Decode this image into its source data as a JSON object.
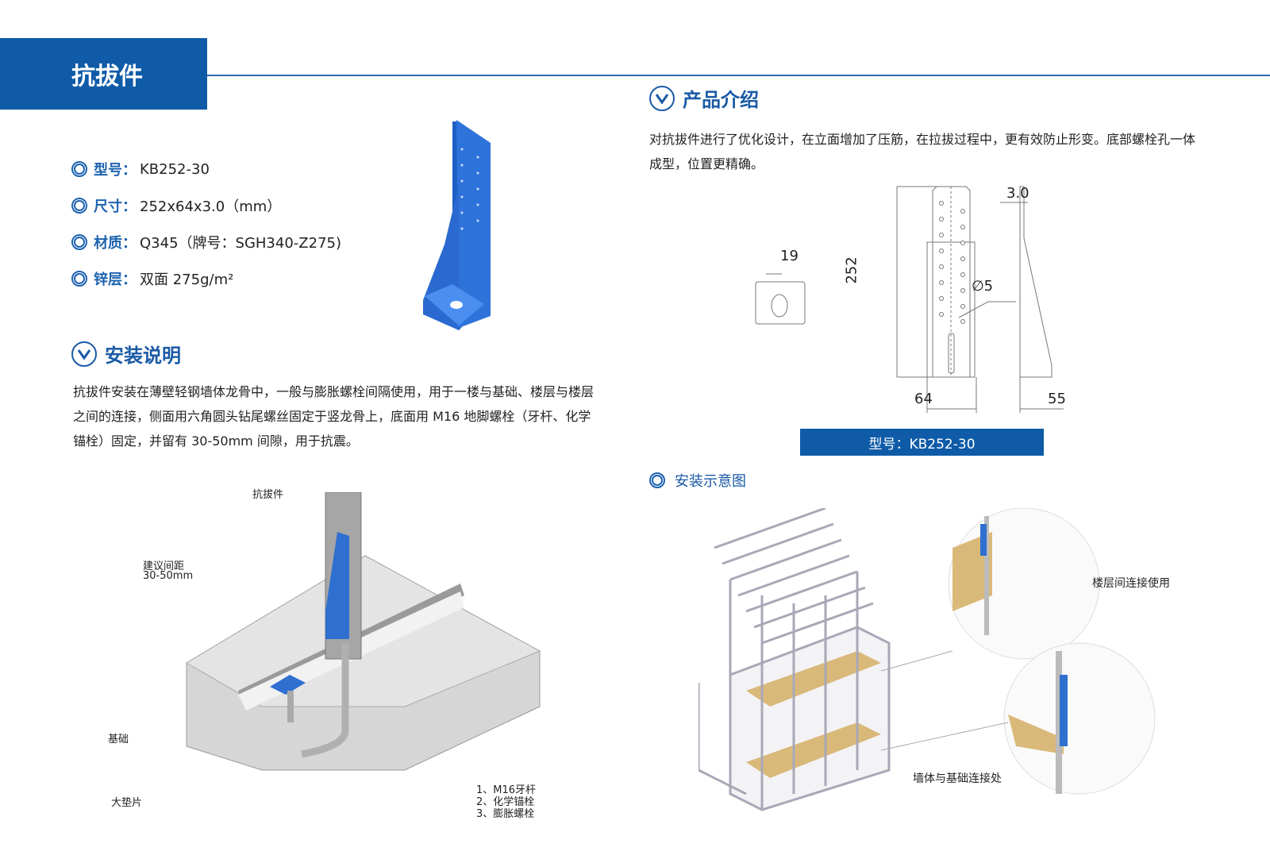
{
  "header": {
    "title": "抗拔件"
  },
  "specs": [
    {
      "label": "型号：",
      "value": "KB252-30"
    },
    {
      "label": "尺寸：",
      "value": "252x64x3.0（mm）"
    },
    {
      "label": "材质：",
      "value": "Q345（牌号：SGH340-Z275)"
    },
    {
      "label": "锌层：",
      "value": "双面 275g/m²"
    }
  ],
  "install": {
    "heading": "安装说明",
    "text": "抗拔件安装在薄壁轻钢墙体龙骨中，一般与膨胀螺栓间隔使用，用于一楼与基础、楼层与楼层之间的连接，侧面用六角圆头钻尾螺丝固定于竖龙骨上，底面用 M16 地脚螺栓（牙杆、化学锚栓）固定，并留有 30-50mm 间隙，用于抗震。"
  },
  "intro": {
    "heading": "产品介绍",
    "text": "对抗拔件进行了优化设计，在立面增加了压筋，在拉拔过程中，更有效防止形变。底部螺栓孔一体成型，位置更精确。"
  },
  "drawing": {
    "dim_19": "19",
    "dim_252": "252",
    "dim_phi": "∅5",
    "dim_3": "3.0",
    "dim_64": "64",
    "dim_55": "55",
    "model_bar": "型号：KB252-30"
  },
  "diagram_heading": "安装示意图",
  "install_diagram": {
    "part": "抗拔件",
    "gap": "建议间距",
    "gap_value": "30-50mm",
    "base": "基础",
    "washer": "大垫片",
    "bolt1": "1、M16牙杆",
    "bolt2": "2、化学锚栓",
    "bolt3": "3、膨胀螺栓"
  },
  "frame_diagram": {
    "callout_floor": "楼层间连接使用",
    "callout_base": "墙体与基础连接处"
  },
  "colors": {
    "brand": "#0f5ba8",
    "part_blue": "#2f6fd0"
  }
}
